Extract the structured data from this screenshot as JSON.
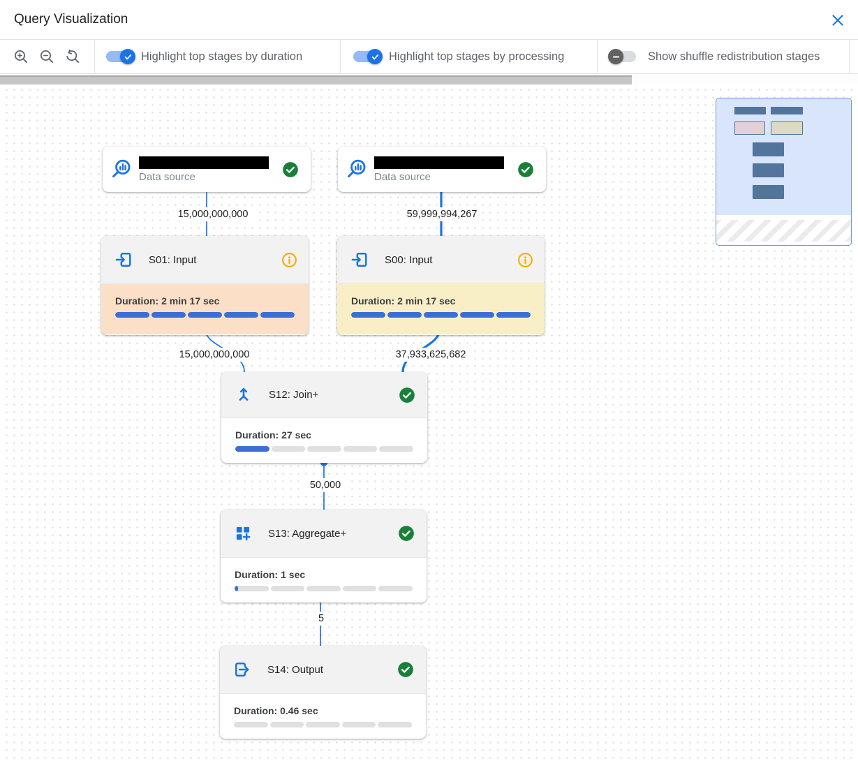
{
  "header": {
    "title": "Query Visualization"
  },
  "toolbar": {
    "zoom_in_icon": "magnifier-plus",
    "zoom_out_icon": "magnifier-minus",
    "zoom_reset_icon": "magnifier-reset",
    "toggles": [
      {
        "label": "Highlight top stages by duration",
        "state": "on"
      },
      {
        "label": "Highlight top stages by processing",
        "state": "on"
      },
      {
        "label": "Show shuffle redistribution stages",
        "state": "off"
      }
    ]
  },
  "graph": {
    "nodes": [
      {
        "type": "data-source",
        "label": "Data source",
        "name_redacted": true,
        "status": "completed"
      },
      {
        "type": "data-source",
        "label": "Data source",
        "name_redacted": true,
        "status": "completed"
      },
      {
        "type": "input",
        "title": "S01: Input",
        "duration_label": "Duration: 2 min 17 sec",
        "progress_pct": 100,
        "highlight": "duration",
        "status": "info"
      },
      {
        "type": "input",
        "title": "S00: Input",
        "duration_label": "Duration: 2 min 17 sec",
        "progress_pct": 100,
        "highlight": "processing",
        "status": "info"
      },
      {
        "type": "join",
        "title": "S12: Join+",
        "duration_label": "Duration: 27 sec",
        "progress_pct": 20,
        "highlight": "none",
        "status": "completed"
      },
      {
        "type": "aggregate",
        "title": "S13: Aggregate+",
        "duration_label": "Duration: 1 sec",
        "progress_pct": 2,
        "highlight": "none",
        "status": "completed"
      },
      {
        "type": "output",
        "title": "S14: Output",
        "duration_label": "Duration: 0.46 sec",
        "progress_pct": 0,
        "highlight": "none",
        "status": "completed"
      }
    ],
    "edges": [
      {
        "from": "data-source-1",
        "to": "S01",
        "rows": "15,000,000,000",
        "emphasis": false
      },
      {
        "from": "data-source-2",
        "to": "S00",
        "rows": "59,999,994,267",
        "emphasis": true
      },
      {
        "from": "S01",
        "to": "S12",
        "rows": "15,000,000,000",
        "emphasis": false
      },
      {
        "from": "S00",
        "to": "S12",
        "rows": "37,933,625,682",
        "emphasis": true
      },
      {
        "from": "S12",
        "to": "S13",
        "rows": "50,000",
        "emphasis": false
      },
      {
        "from": "S13",
        "to": "S14",
        "rows": "5",
        "emphasis": false
      }
    ]
  },
  "colors": {
    "accent-blue": "#1a73e8",
    "bar-blue": "#3c6fd6",
    "bar-track": "#e0e0e0",
    "duration-highlight": "#fbdfc6",
    "processing-highlight": "#f9efc6",
    "success-green": "#188038",
    "info-orange": "#f9ab00",
    "toggle-on-track": "#94baf7",
    "toggle-off-knob": "#616161",
    "minimap-bg": "#d8e5fb",
    "minimap-node": "#53759b",
    "minimap-node-duration": "#e5ced6",
    "minimap-node-processing": "#ded9c2"
  }
}
